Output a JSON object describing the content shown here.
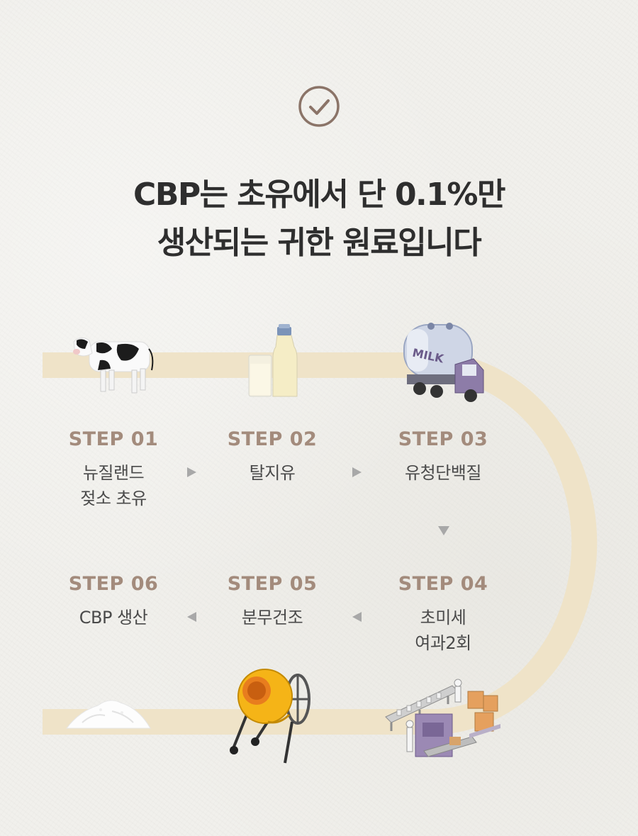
{
  "header": {
    "icon": "check-circle-icon",
    "title_line1": "CBP는 초유에서 단 0.1%만",
    "title_line2": "생산되는 귀한 원료입니다"
  },
  "steps": [
    {
      "label": "STEP 01",
      "line1": "뉴질랜드",
      "line2": "젖소 초유",
      "illustration": "cow-icon"
    },
    {
      "label": "STEP 02",
      "line1": "탈지유",
      "line2": "",
      "illustration": "milk-bottle-icon"
    },
    {
      "label": "STEP 03",
      "line1": "유청단백질",
      "line2": "",
      "illustration": "milk-truck-icon"
    },
    {
      "label": "STEP 04",
      "line1": "초미세",
      "line2": "여과2회",
      "illustration": "factory-line-icon"
    },
    {
      "label": "STEP 05",
      "line1": "분무건조",
      "line2": "",
      "illustration": "mixer-drum-icon"
    },
    {
      "label": "STEP 06",
      "line1": "CBP 생산",
      "line2": "",
      "illustration": "powder-pile-icon"
    }
  ],
  "truck_text": "MILK",
  "colors": {
    "title": "#2e2e2e",
    "step_label": "#a38b7c",
    "route": "#efe3c8",
    "check": "#8b7468",
    "arrow": "#a8a8a8"
  }
}
